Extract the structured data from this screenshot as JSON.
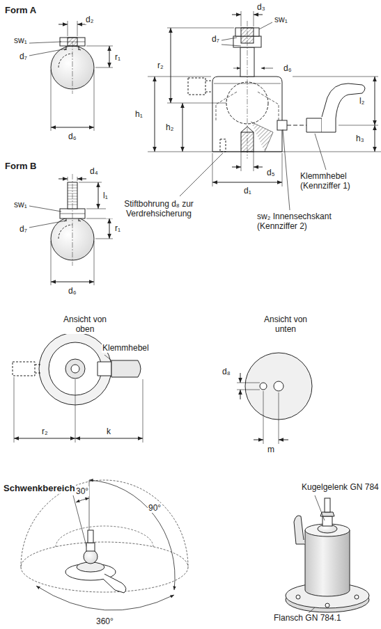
{
  "diagram": {
    "labels": [
      "Form A",
      "d₂",
      "sw₁",
      "d₇",
      "r₁",
      "d₆",
      "d₃",
      "sw₁",
      "d₇",
      "r₂",
      "d₆",
      "l₂",
      "h₁",
      "h₂",
      "h₃",
      "d₅",
      "d₁",
      "Klemmhebel (Kennziffer 1)",
      "Stiftbohrung d₈ zur Verdrehsicherung",
      "sw₂ Innensechskant (Kennziffer 2)",
      "Form B",
      "d₄",
      "sw₁",
      "l₁",
      "d₇",
      "r₁",
      "d₆",
      "Ansicht von oben",
      "Klemmhebel",
      "r₂",
      "k",
      "Ansicht von unten",
      "d₈",
      "m",
      "Schwenkbereich",
      "30°",
      "90°",
      "360°",
      "Kugelgelenk GN 784",
      "Flansch GN 784.1"
    ]
  }
}
